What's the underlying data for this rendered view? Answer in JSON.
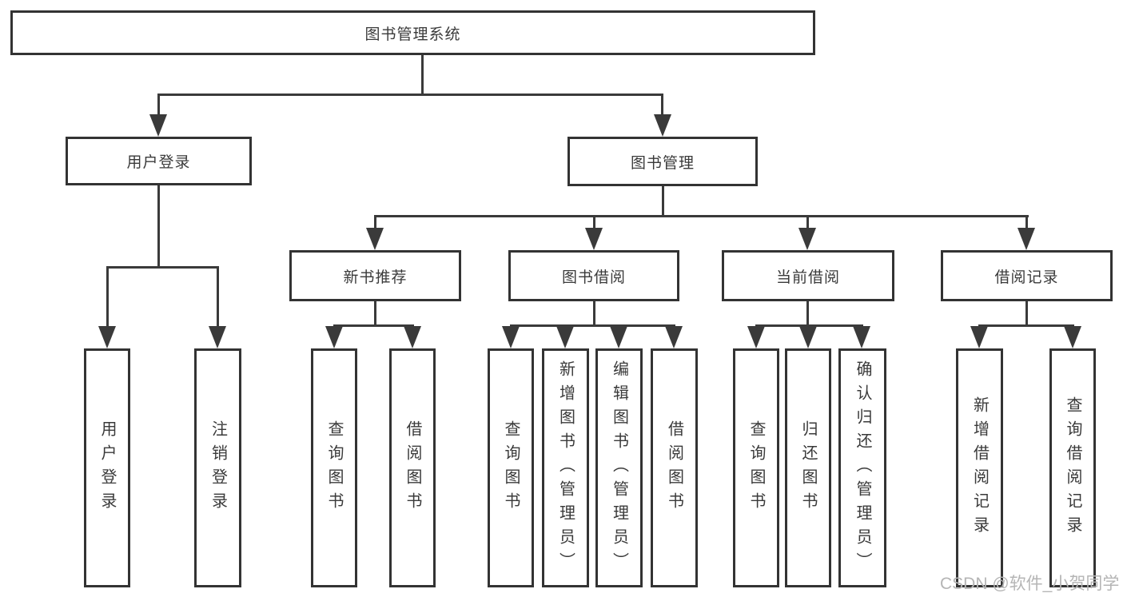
{
  "tree": {
    "label": "图书管理系统",
    "children": [
      {
        "label": "用户登录",
        "children": [
          {
            "label": "用户登录"
          },
          {
            "label": "注销登录"
          }
        ]
      },
      {
        "label": "图书管理",
        "children": [
          {
            "label": "新书推荐",
            "children": [
              {
                "label": "查询图书"
              },
              {
                "label": "借阅图书"
              }
            ]
          },
          {
            "label": "图书借阅",
            "children": [
              {
                "label": "查询图书"
              },
              {
                "label": "新增图书（管理员）"
              },
              {
                "label": "编辑图书（管理员）"
              },
              {
                "label": "借阅图书"
              }
            ]
          },
          {
            "label": "当前借阅",
            "children": [
              {
                "label": "查询图书"
              },
              {
                "label": "归还图书"
              },
              {
                "label": "确认归还（管理员）"
              }
            ]
          },
          {
            "label": "借阅记录",
            "children": [
              {
                "label": "新增借阅记录"
              },
              {
                "label": "查询借阅记录"
              }
            ]
          }
        ]
      }
    ]
  },
  "watermark": {
    "text": "CSDN @软件_小贺同学"
  },
  "colors": {
    "line": "#3a3a3a",
    "border": "#333333",
    "text": "#3a3a3a",
    "background": "#ffffff",
    "watermark": "#b5b5b5"
  }
}
